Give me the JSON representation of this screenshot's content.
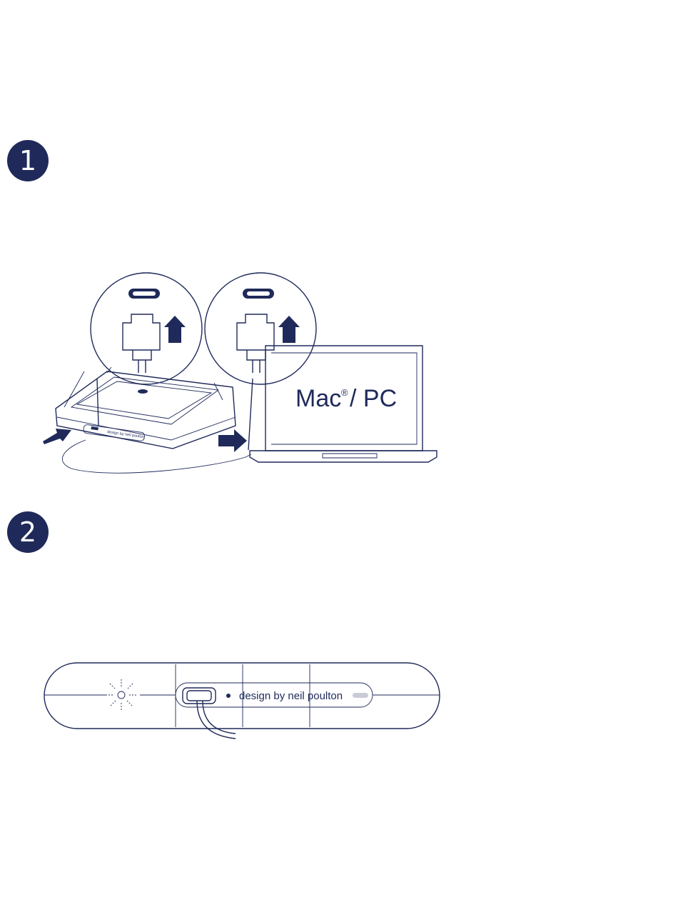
{
  "steps": [
    {
      "number": "1"
    },
    {
      "number": "2"
    }
  ],
  "screen_label": "Mac",
  "screen_label_mark": "®",
  "screen_label_suffix": "/ PC",
  "drive_side_label": "design by neil poulton",
  "drive_top_label": "design by neil poulton",
  "colors": {
    "navy": "#1f2a5a",
    "line": "#1f2a5a",
    "led_stub": "#c9cbd6"
  }
}
